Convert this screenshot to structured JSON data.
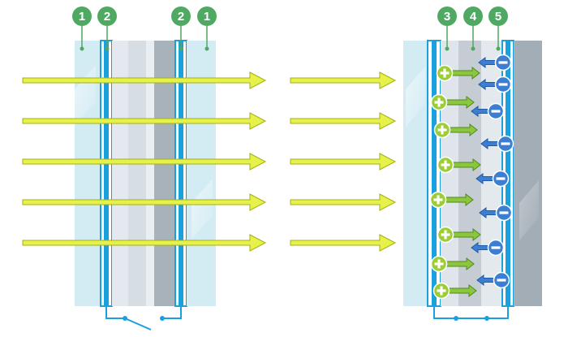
{
  "labels": {
    "left": [
      "1",
      "2",
      "2",
      "1"
    ],
    "right": [
      "3",
      "4",
      "5"
    ]
  },
  "colors": {
    "badge": "#4fa963",
    "glass": "#d3ecf3",
    "conductor": "#1aa0dd",
    "arrow_fill": "#e6f24a",
    "arrow_stroke": "#a2b015",
    "plus_fill": "#9ccd35",
    "minus_fill": "#3c7fd2"
  },
  "icons": {
    "plus": "plus-charge-icon",
    "minus": "minus-charge-icon",
    "switch": "switch-icon"
  }
}
